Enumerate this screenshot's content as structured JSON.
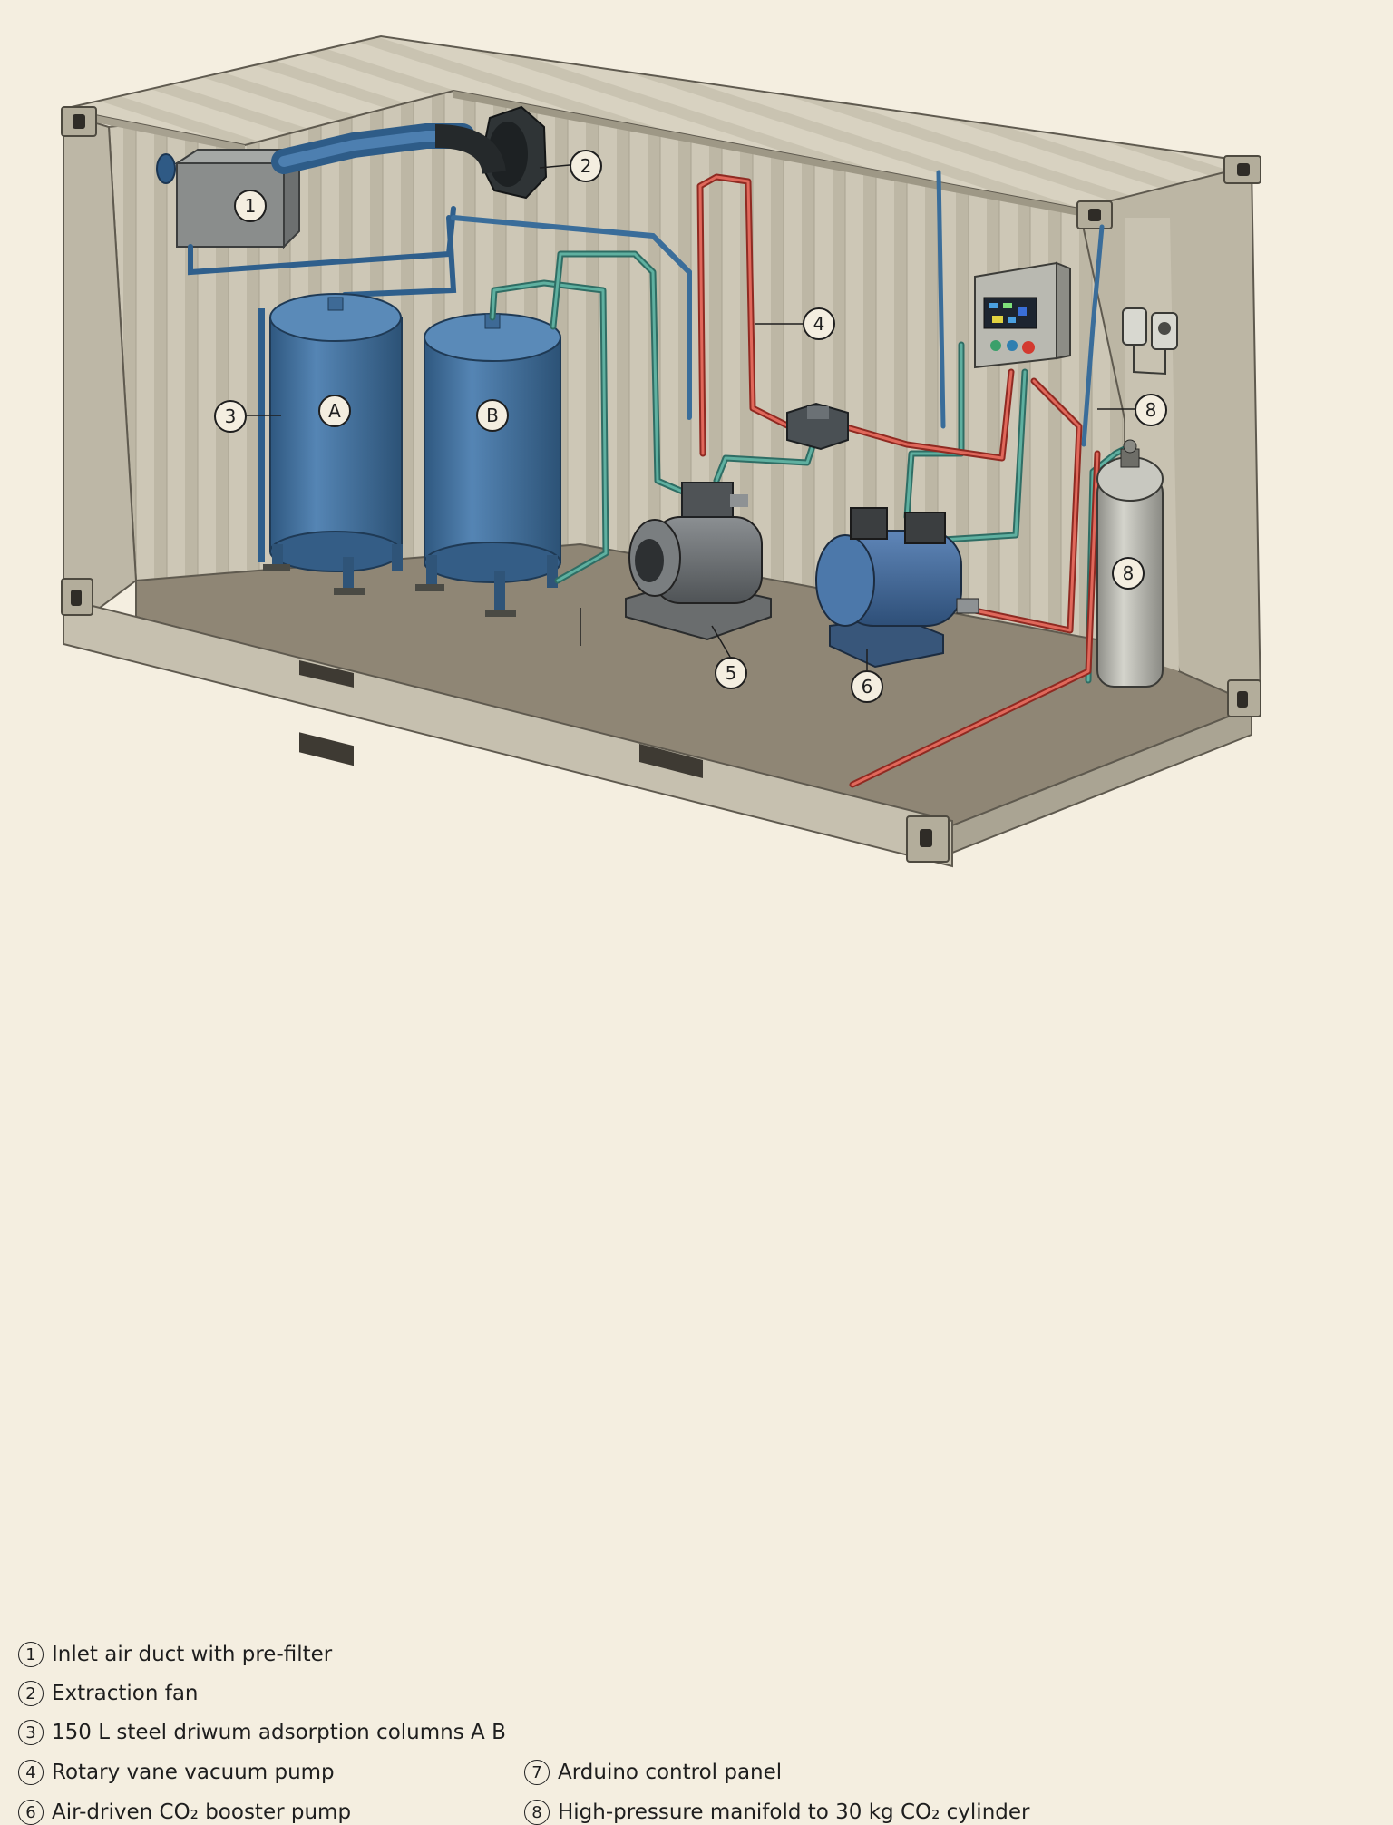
{
  "callouts": {
    "c1": "1",
    "c2": "2",
    "c3": "3",
    "c4": "4",
    "c5": "5",
    "c6": "6",
    "c8a": "8",
    "c8b": "8",
    "colA": "A",
    "colB": "B"
  },
  "legend": {
    "items": [
      {
        "num": "1",
        "label": "Inlet air duct with pre-filter"
      },
      {
        "num": "2",
        "label": "Extraction fan"
      },
      {
        "num": "3",
        "label": "150 L steel driwum adsorption columns  A B"
      },
      {
        "num": "4",
        "label": "Rotary vane vacuum pump"
      },
      {
        "num": "6",
        "label": "Air-driven CO₂ booster pump"
      },
      {
        "num": "7",
        "label": "Arduino control panel"
      },
      {
        "num": "8",
        "label": "High-pressure manifold to 30 kg CO₂ cylinder"
      }
    ]
  },
  "colors": {
    "background": "#f4eee0",
    "container": "#c9c3b2",
    "floor": "#8a8170",
    "steel_blue": "#3f6f9e",
    "pipe_blue": "#3a6d9a",
    "pipe_green": "#4f9a8c",
    "pipe_red": "#d8564a",
    "cylinder": "#b8b8b0"
  }
}
